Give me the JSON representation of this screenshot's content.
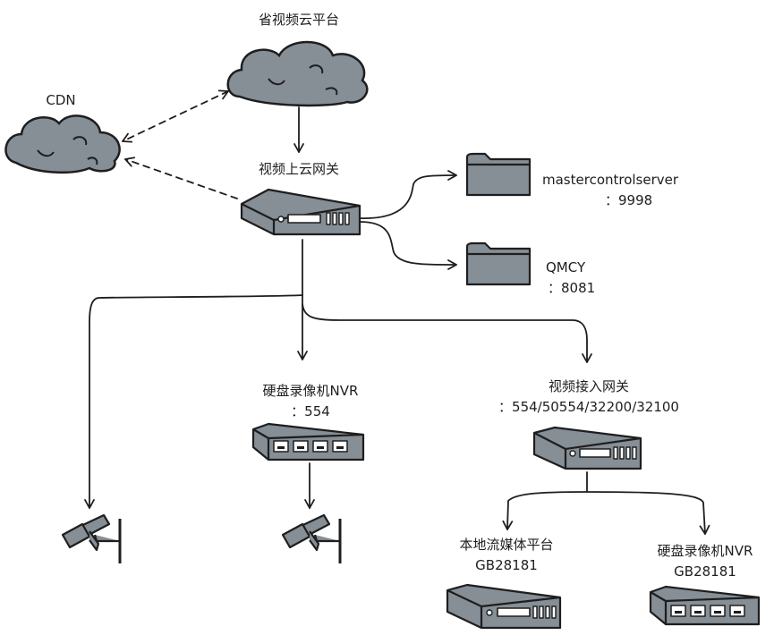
{
  "nodes": {
    "cloud_platform": {
      "label": "省视频云平台",
      "icon": "cloud-icon"
    },
    "cdn": {
      "label": "CDN",
      "icon": "cloud-icon"
    },
    "upload_gateway": {
      "label": "视频上云网关",
      "icon": "server-icon"
    },
    "mastercontrol": {
      "label": "mastercontrolserver",
      "port": "：9998",
      "icon": "folder-icon"
    },
    "qmcy": {
      "label": "QMCY",
      "port": "：8081",
      "icon": "folder-icon"
    },
    "nvr_top": {
      "label": "硬盘录像机NVR",
      "port": "：554",
      "icon": "switch-icon"
    },
    "access_gateway": {
      "label": "视频接入网关",
      "port": "：554/50554/32200/32100",
      "icon": "server-icon"
    },
    "local_media": {
      "label": "本地流媒体平台",
      "sub": "GB28181",
      "icon": "server-icon"
    },
    "nvr_bottom": {
      "label": "硬盘录像机NVR",
      "sub": "GB28181",
      "icon": "switch-icon"
    },
    "camera_left": {
      "icon": "camera-icon"
    },
    "camera_mid": {
      "icon": "camera-icon"
    }
  },
  "colors": {
    "stroke": "#1e1e1e",
    "fill": "#868e96",
    "background": "#ffffff"
  }
}
